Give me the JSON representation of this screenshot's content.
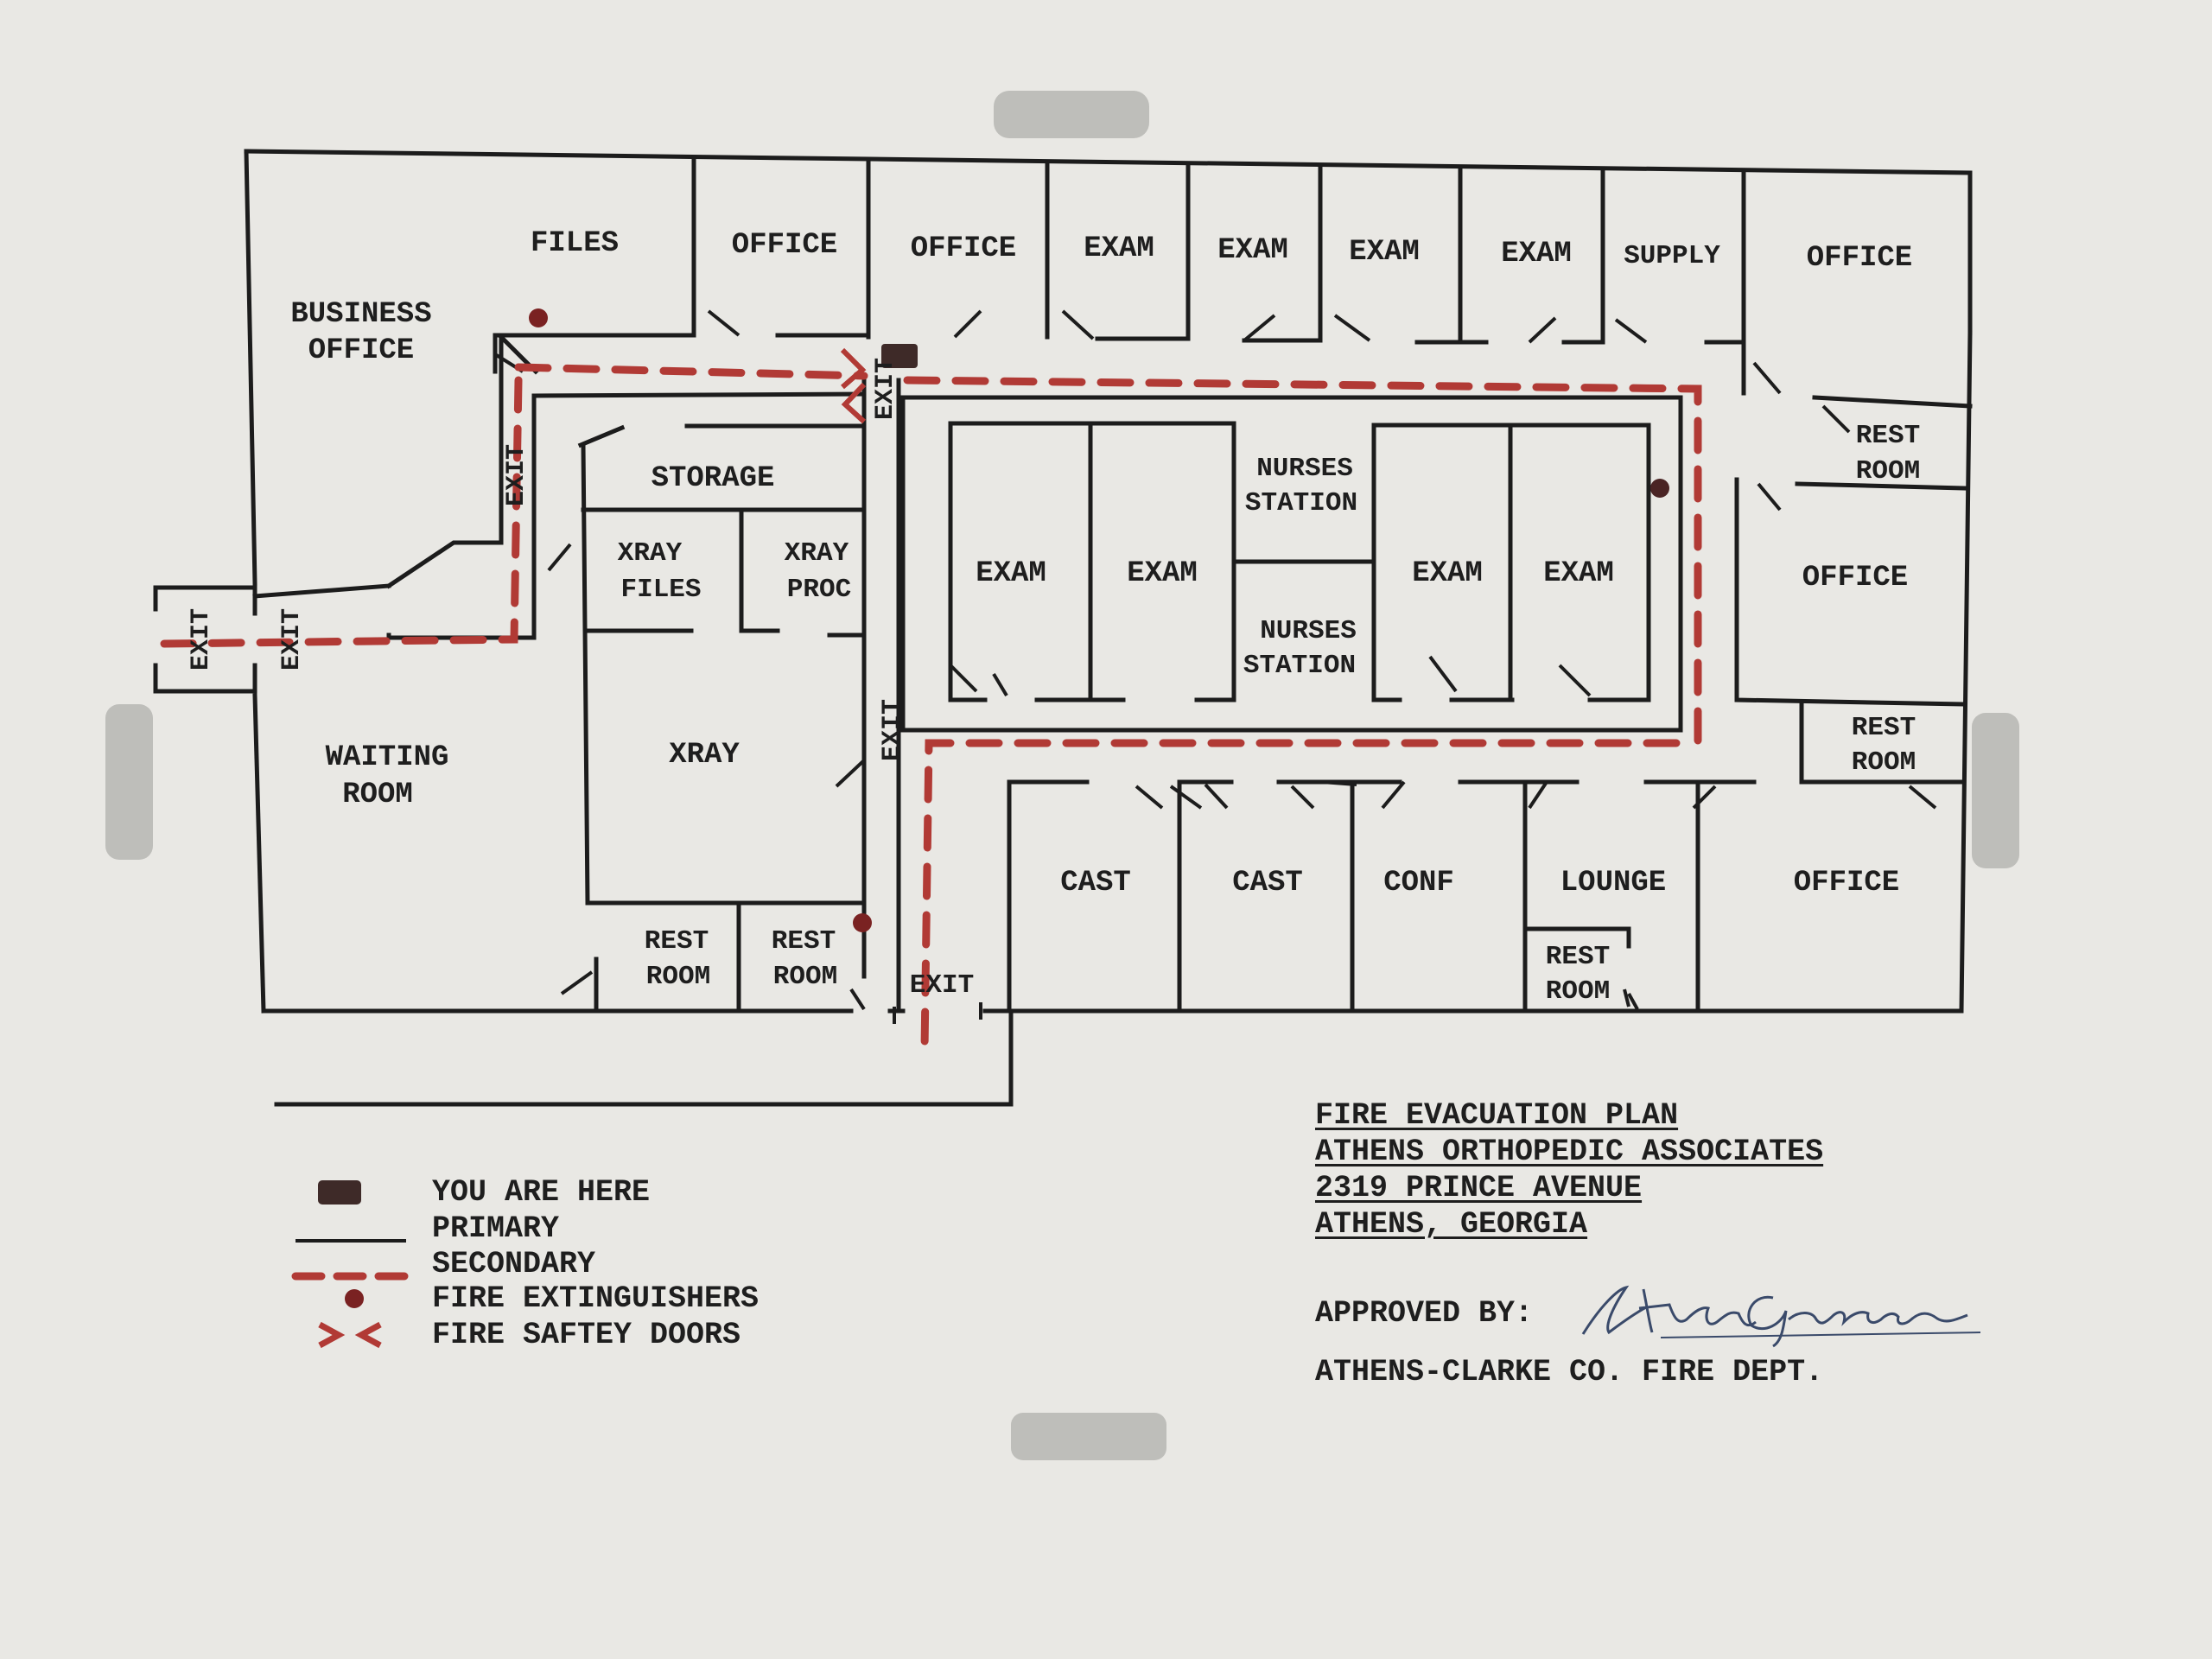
{
  "rooms": {
    "business_office": [
      "BUSINESS",
      "OFFICE"
    ],
    "files": "FILES",
    "office_1": "OFFICE",
    "office_2": "OFFICE",
    "exam_top_1": "EXAM",
    "exam_top_2": "EXAM",
    "exam_top_3": "EXAM",
    "exam_top_4": "EXAM",
    "supply": "SUPPLY",
    "office_ne": "OFFICE",
    "storage": "STORAGE",
    "xray_files": [
      "XRAY",
      "FILES"
    ],
    "xray_proc": [
      "XRAY",
      "PROC"
    ],
    "xray": "XRAY",
    "waiting_room": [
      "WAITING",
      "ROOM"
    ],
    "rest_room_sw1": [
      "REST",
      "ROOM"
    ],
    "rest_room_sw2": [
      "REST",
      "ROOM"
    ],
    "exam_mid_1": "EXAM",
    "exam_mid_2": "EXAM",
    "exam_mid_3": "EXAM",
    "exam_mid_4": "EXAM",
    "nurses_station_1": [
      "NURSES",
      "STATION"
    ],
    "nurses_station_2": [
      "NURSES",
      "STATION"
    ],
    "rest_room_e1": [
      "REST",
      "ROOM"
    ],
    "office_e": "OFFICE",
    "rest_room_e2": [
      "REST",
      "ROOM"
    ],
    "cast_1": "CAST",
    "cast_2": "CAST",
    "conf": "CONF",
    "lounge": "LOUNGE",
    "rest_room_lounge": [
      "REST",
      "ROOM"
    ],
    "office_se": "OFFICE"
  },
  "exits": [
    "EXIT",
    "EXIT",
    "EXIT",
    "EXIT",
    "EXIT",
    "EXIT"
  ],
  "legend": {
    "you_are_here": "YOU ARE HERE",
    "primary": "PRIMARY",
    "secondary": "SECONDARY",
    "fire_extinguishers": "FIRE EXTINGUISHERS",
    "fire_safety_doors": "FIRE SAFTEY DOORS"
  },
  "title_block": {
    "line1": "FIRE EVACUATION PLAN",
    "line2": "ATHENS ORTHOPEDIC ASSOCIATES",
    "line3": "2319 PRINCE AVENUE",
    "line4": "ATHENS, GEORGIA"
  },
  "approval": {
    "label": "APPROVED BY:",
    "signature": "Luther Garrison",
    "department": "ATHENS-CLARKE CO. FIRE DEPT."
  },
  "colors": {
    "ink": "#1c1c1c",
    "route_red": "#b13a35",
    "paper": "#e9e8e4"
  }
}
